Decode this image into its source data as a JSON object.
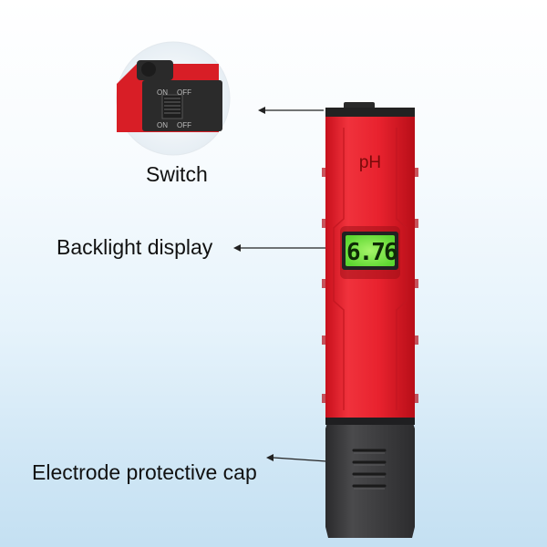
{
  "labels": {
    "switch": "Switch",
    "backlight_display": "Backlight display",
    "electrode_cap": "Electrode protective cap"
  },
  "meter": {
    "brand_text": "pH",
    "display_reading": "6.76",
    "switch_on": "ON",
    "switch_off": "OFF"
  },
  "colors": {
    "meter_body": "#e8222e",
    "cap": "#3a3a3c",
    "lcd": "#7ee84a"
  }
}
